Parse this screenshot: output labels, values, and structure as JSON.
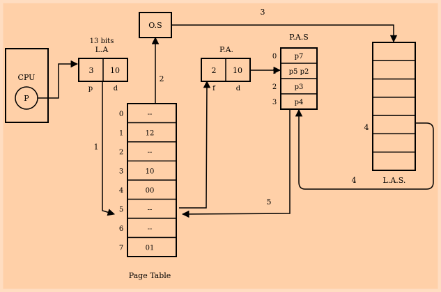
{
  "colors": {
    "background": "#ffd0a8",
    "stroke": "#000000"
  },
  "cpu": {
    "label": "CPU",
    "unit": "P"
  },
  "os": {
    "label": "O.S"
  },
  "logical_address": {
    "caption_bits": "13 bits",
    "caption": "L.A",
    "p_value": "3",
    "d_value": "10",
    "p_label": "p",
    "d_label": "d"
  },
  "physical_address": {
    "caption": "P.A.",
    "f_value": "2",
    "d_value": "10",
    "f_label": "f",
    "d_label": "d"
  },
  "page_table": {
    "caption": "Page Table",
    "rows": [
      {
        "index": "0",
        "value": "--"
      },
      {
        "index": "1",
        "value": "12"
      },
      {
        "index": "2",
        "value": "--"
      },
      {
        "index": "3",
        "value": "10"
      },
      {
        "index": "4",
        "value": "00"
      },
      {
        "index": "5",
        "value": "--"
      },
      {
        "index": "6",
        "value": "--"
      },
      {
        "index": "7",
        "value": "01"
      }
    ]
  },
  "pas": {
    "caption": "P.A.S",
    "frames": [
      {
        "index": "0",
        "value": "p7"
      },
      {
        "index": "1",
        "value": "p5 p2"
      },
      {
        "index": "2",
        "value": "p3"
      },
      {
        "index": "3",
        "value": "p4"
      }
    ]
  },
  "las": {
    "caption": "L.A.S.",
    "slot_count": 7,
    "side_label": "4"
  },
  "steps": {
    "s1": "1",
    "s2": "2",
    "s3": "3",
    "s4": "4",
    "s5": "5"
  }
}
